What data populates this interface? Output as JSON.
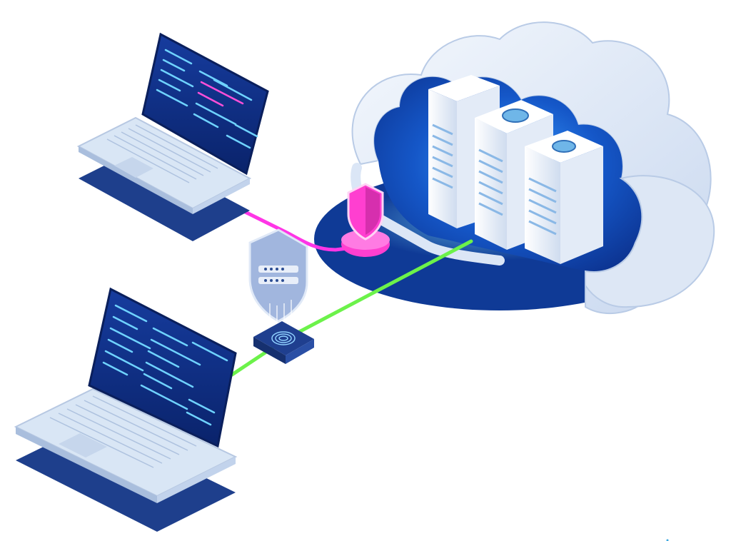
{
  "scene": {
    "background": "#ffffff",
    "colors": {
      "laptop_shadow": "#1e3f8c",
      "laptop_body": "#d9e6f5",
      "laptop_screen": "#0b2a7a",
      "code_cyan": "#6fd3ff",
      "code_pink": "#ff4fd8",
      "secure_link": "#ff35e6",
      "verified_link": "#6cf24a",
      "cloud": "#e6eef9",
      "cloud_inner": "#0b3a9a",
      "server": "#f2f6fb",
      "shield_pink": "#ff3fd0",
      "shield_blue": "#8fa9d6"
    },
    "objects": [
      {
        "name": "laptop-top",
        "icon": "laptop-icon"
      },
      {
        "name": "laptop-bottom",
        "icon": "laptop-icon"
      },
      {
        "name": "cloud-data-center",
        "icon": "cloud-icon"
      },
      {
        "name": "server-rack-1",
        "icon": "server-icon"
      },
      {
        "name": "server-rack-2",
        "icon": "server-icon"
      },
      {
        "name": "server-rack-3",
        "icon": "server-icon"
      },
      {
        "name": "pink-security-shield",
        "icon": "shield-icon"
      },
      {
        "name": "password-shield",
        "icon": "shield-lock-icon"
      },
      {
        "name": "fingerprint-scanner",
        "icon": "fingerprint-icon"
      }
    ]
  }
}
